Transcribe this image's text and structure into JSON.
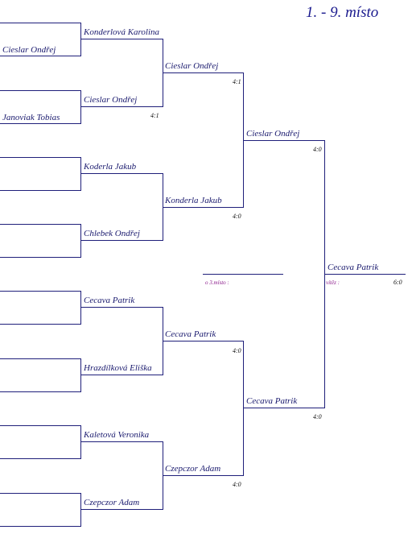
{
  "title": "1. - 9. místo",
  "round1": [
    {
      "p1": "",
      "p2": "Cieslar Ondřej"
    },
    {
      "p1": "",
      "p2": "Janoviak Tobias"
    },
    {
      "p1": "",
      "p2": ""
    },
    {
      "p1": "",
      "p2": ""
    },
    {
      "p1": "",
      "p2": ""
    },
    {
      "p1": "",
      "p2": ""
    },
    {
      "p1": "",
      "p2": ""
    },
    {
      "p1": "",
      "p2": ""
    }
  ],
  "round2": [
    {
      "name": "Konderlová Karolina",
      "score": ""
    },
    {
      "name": "Cieslar Ondřej",
      "score": "4:1"
    },
    {
      "name": "Koderla Jakub",
      "score": ""
    },
    {
      "name": "Chlebek Ondřej",
      "score": ""
    },
    {
      "name": "Cecava Patrik",
      "score": ""
    },
    {
      "name": "Hrazdílková Eliška",
      "score": ""
    },
    {
      "name": "Kaletová Veronika",
      "score": ""
    },
    {
      "name": "Czepczor Adam",
      "score": ""
    }
  ],
  "round3": [
    {
      "name": "Cieslar Ondřej",
      "score": "4:1"
    },
    {
      "name": "Konderla Jakub",
      "score": "4:0"
    },
    {
      "name": "Cecava Patrik",
      "score": "4:0"
    },
    {
      "name": "Czepczor Adam",
      "score": "4:0"
    }
  ],
  "round4": [
    {
      "name": "Cieslar Ondřej",
      "score": "4:0"
    },
    {
      "name": "Cecava Patrik",
      "score": "4:0"
    }
  ],
  "final": {
    "name": "Cecava Patrik",
    "score": "6:0",
    "label": "vítěz :"
  },
  "third_place": {
    "label": "o 3.místo :",
    "name": ""
  }
}
